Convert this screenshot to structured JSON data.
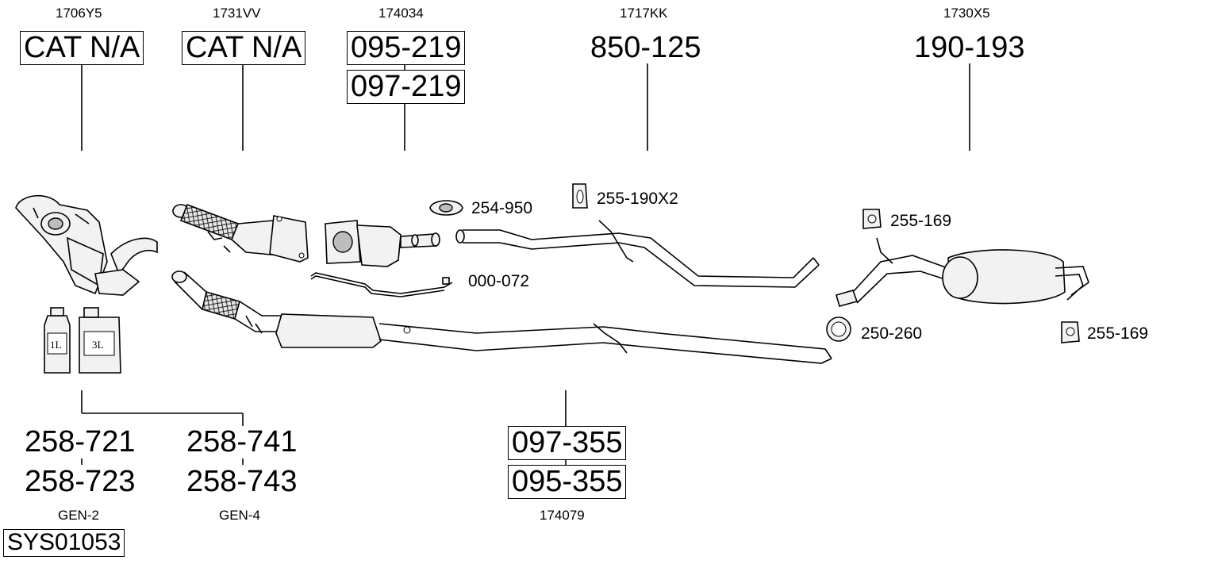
{
  "top_refs": {
    "r1": "1706Y5",
    "r2": "1731VV",
    "r3": "174034",
    "r4": "1717KK",
    "r5": "1730X5"
  },
  "top_parts": {
    "p1": "CAT N/A",
    "p2": "CAT N/A",
    "p3a": "095-219",
    "p3b": "097-219",
    "p4": "850-125",
    "p5": "190-193"
  },
  "accessories": {
    "a1": "254-950",
    "a2": "255-190X2",
    "a3": "000-072",
    "a4": "255-169",
    "a5": "250-260",
    "a6": "255-169"
  },
  "containers": {
    "c1": "1L",
    "c2": "3L"
  },
  "bottom_parts": {
    "b1a": "258-721",
    "b1b": "258-723",
    "b2a": "258-741",
    "b2b": "258-743",
    "b3a": "097-355",
    "b3b": "095-355"
  },
  "bottom_refs": {
    "g1": "GEN-2",
    "g2": "GEN-4",
    "g3": "174079"
  },
  "system_code": "SYS01053"
}
